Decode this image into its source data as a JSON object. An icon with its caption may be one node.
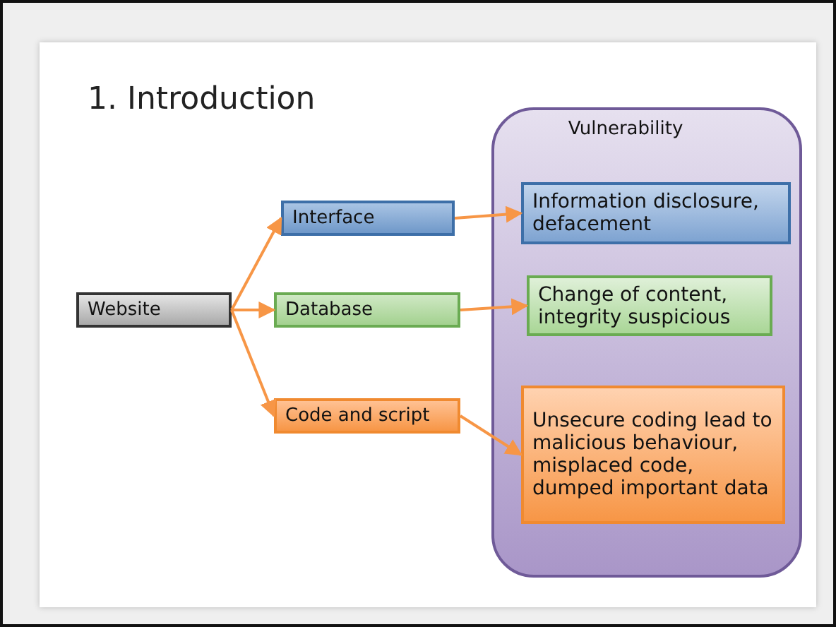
{
  "diagram": {
    "title": "1. Introduction",
    "nodes": [
      {
        "text": [
          "Website"
        ]
      },
      {
        "text": [
          "Interface"
        ]
      },
      {
        "text": [
          "Database"
        ]
      },
      {
        "text": [
          "Code and script"
        ]
      },
      {
        "text": [
          "Vulnerability"
        ]
      },
      {
        "text": [
          "Information disclosure, defacement"
        ],
        "in": 4
      },
      {
        "text": [
          "Change of content, integrity  suspicious"
        ],
        "in": 4
      },
      {
        "text": [
          "Unsecure coding lead to malicious behaviour, misplaced code, dumped important data"
        ],
        "in": 4
      }
    ],
    "edges": [
      {
        "from": 0,
        "to": 1,
        "arrow": "to"
      },
      {
        "from": 0,
        "to": 2,
        "arrow": "to"
      },
      {
        "from": 0,
        "to": 3,
        "arrow": "to"
      },
      {
        "from": 1,
        "to": 5,
        "arrow": "to"
      },
      {
        "from": 2,
        "to": 6,
        "arrow": "to"
      },
      {
        "from": 3,
        "to": 7,
        "arrow": "to"
      }
    ]
  }
}
